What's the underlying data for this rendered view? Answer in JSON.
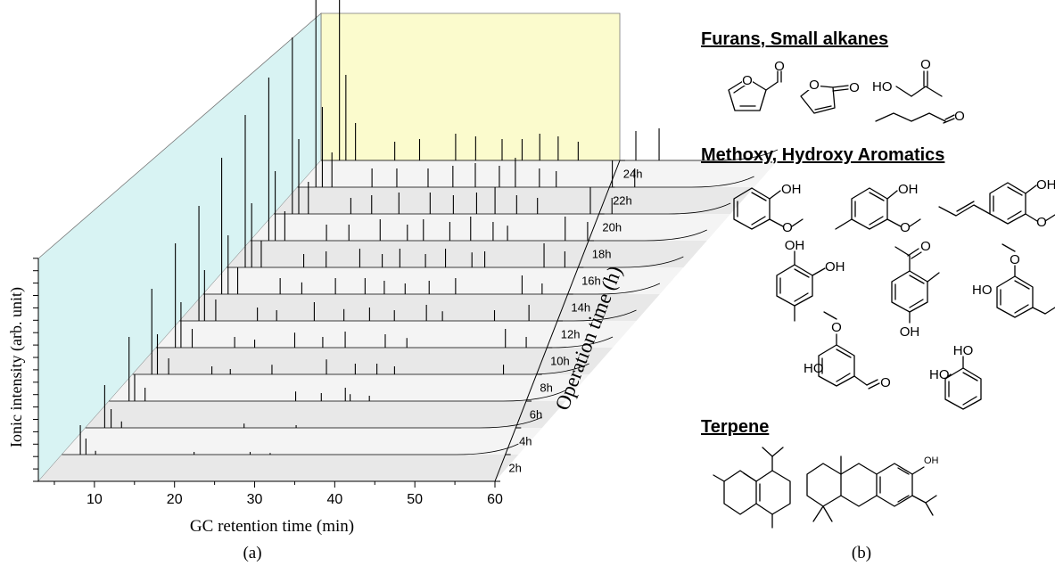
{
  "chart_data": {
    "type": "line",
    "subtype": "3d-waterfall",
    "xlabel": "GC retention time (min)",
    "ylabel": "Ionic intensity (arb. unit)",
    "zlabel": "Operation time (h)",
    "xlim": [
      3,
      60
    ],
    "xticks": [
      10,
      20,
      30,
      40,
      50,
      60
    ],
    "series": [
      {
        "name": "2h",
        "peaks": [
          [
            5.3,
            0.55
          ],
          [
            6.0,
            0.3
          ],
          [
            7.2,
            0.07
          ],
          [
            19.5,
            0.05
          ],
          [
            26.5,
            0.05
          ],
          [
            29,
            0.03
          ]
        ]
      },
      {
        "name": "4h",
        "peaks": [
          [
            5.4,
            0.8
          ],
          [
            6.2,
            0.35
          ],
          [
            7.5,
            0.12
          ],
          [
            22.8,
            0.08
          ],
          [
            29.3,
            0.05
          ]
        ]
      },
      {
        "name": "6h",
        "peaks": [
          [
            5.5,
            1.2
          ],
          [
            6.2,
            0.5
          ],
          [
            7.5,
            0.25
          ],
          [
            26.3,
            0.18
          ],
          [
            29.5,
            0.15
          ],
          [
            32.5,
            0.25
          ],
          [
            33.1,
            0.13
          ],
          [
            35.5,
            0.1
          ]
        ]
      },
      {
        "name": "8h",
        "peaks": [
          [
            5.4,
            1.6
          ],
          [
            6.1,
            0.75
          ],
          [
            7.5,
            0.3
          ],
          [
            12.9,
            0.15
          ],
          [
            15.2,
            0.1
          ],
          [
            20.4,
            0.18
          ],
          [
            27.2,
            0.28
          ],
          [
            30.8,
            0.2
          ],
          [
            33.5,
            0.2
          ],
          [
            35.7,
            0.15
          ],
          [
            49.3,
            0.18
          ]
        ]
      },
      {
        "name": "10h",
        "peaks": [
          [
            5.4,
            1.95
          ],
          [
            6.1,
            0.85
          ],
          [
            7.5,
            0.35
          ],
          [
            12.8,
            0.2
          ],
          [
            15.3,
            0.15
          ],
          [
            20.3,
            0.28
          ],
          [
            23.8,
            0.2
          ],
          [
            26.6,
            0.3
          ],
          [
            31.6,
            0.25
          ],
          [
            34.3,
            0.18
          ],
          [
            46.6,
            0.35
          ],
          [
            49.2,
            0.2
          ]
        ]
      },
      {
        "name": "12h",
        "peaks": [
          [
            5.4,
            2.15
          ],
          [
            6.1,
            0.95
          ],
          [
            7.5,
            0.4
          ],
          [
            12.7,
            0.25
          ],
          [
            15.1,
            0.2
          ],
          [
            19.8,
            0.35
          ],
          [
            23.5,
            0.22
          ],
          [
            26.7,
            0.25
          ],
          [
            29.8,
            0.2
          ],
          [
            33.8,
            0.3
          ],
          [
            35.8,
            0.18
          ],
          [
            42.3,
            0.2
          ],
          [
            46.6,
            0.3
          ]
        ]
      },
      {
        "name": "14h",
        "peaks": [
          [
            5.3,
            2.55
          ],
          [
            6.1,
            1.1
          ],
          [
            7.3,
            0.5
          ],
          [
            12.6,
            0.3
          ],
          [
            15.3,
            0.22
          ],
          [
            19.5,
            0.3
          ],
          [
            23.2,
            0.3
          ],
          [
            25.6,
            0.25
          ],
          [
            28.2,
            0.2
          ],
          [
            31.2,
            0.25
          ],
          [
            34.5,
            0.3
          ],
          [
            42.8,
            0.35
          ],
          [
            45.3,
            0.2
          ]
        ]
      },
      {
        "name": "16h",
        "peaks": [
          [
            5.3,
            2.85
          ],
          [
            6.1,
            1.2
          ],
          [
            7.3,
            0.5
          ],
          [
            12.6,
            0.25
          ],
          [
            15.4,
            0.3
          ],
          [
            19.6,
            0.35
          ],
          [
            22.4,
            0.25
          ],
          [
            24.6,
            0.35
          ],
          [
            27.8,
            0.25
          ],
          [
            30.3,
            0.35
          ],
          [
            33.6,
            0.28
          ],
          [
            35.2,
            0.3
          ],
          [
            42.6,
            0.45
          ],
          [
            45.2,
            0.3
          ]
        ]
      },
      {
        "name": "18h",
        "peaks": [
          [
            5.3,
            3.05
          ],
          [
            6.1,
            1.3
          ],
          [
            7.3,
            0.55
          ],
          [
            12.5,
            0.3
          ],
          [
            15.3,
            0.3
          ],
          [
            19.2,
            0.4
          ],
          [
            22.6,
            0.3
          ],
          [
            24.6,
            0.4
          ],
          [
            27.9,
            0.35
          ],
          [
            30.5,
            0.45
          ],
          [
            33.3,
            0.35
          ],
          [
            35.1,
            0.28
          ],
          [
            42.3,
            0.45
          ],
          [
            45.1,
            0.35
          ]
        ]
      },
      {
        "name": "20h",
        "peaks": [
          [
            5.3,
            3.3
          ],
          [
            6.1,
            1.4
          ],
          [
            7.3,
            0.6
          ],
          [
            12.6,
            0.3
          ],
          [
            15.2,
            0.35
          ],
          [
            18.6,
            0.4
          ],
          [
            22.5,
            0.4
          ],
          [
            25.4,
            0.35
          ],
          [
            28.3,
            0.4
          ],
          [
            30.6,
            0.5
          ],
          [
            33.3,
            0.35
          ],
          [
            35.9,
            0.3
          ],
          [
            42.5,
            0.5
          ],
          [
            45.2,
            0.3
          ]
        ]
      },
      {
        "name": "22h",
        "peaks": [
          [
            5.3,
            3.55
          ],
          [
            6.1,
            1.5
          ],
          [
            7.3,
            0.65
          ],
          [
            12.3,
            0.35
          ],
          [
            15.4,
            0.35
          ],
          [
            19.3,
            0.35
          ],
          [
            22.4,
            0.4
          ],
          [
            25.2,
            0.45
          ],
          [
            28.2,
            0.4
          ],
          [
            30.2,
            0.55
          ],
          [
            33.2,
            0.35
          ],
          [
            35.3,
            0.3
          ],
          [
            42.3,
            0.5
          ],
          [
            45.1,
            0.35
          ]
        ]
      },
      {
        "name": "24h",
        "peaks": [
          [
            5.3,
            3.8
          ],
          [
            6.1,
            1.6
          ],
          [
            7.3,
            0.7
          ],
          [
            12.2,
            0.35
          ],
          [
            15.3,
            0.4
          ],
          [
            19.8,
            0.5
          ],
          [
            22.3,
            0.45
          ],
          [
            25.6,
            0.4
          ],
          [
            28.1,
            0.4
          ],
          [
            30.3,
            0.5
          ],
          [
            32.6,
            0.45
          ],
          [
            35.1,
            0.35
          ],
          [
            42.3,
            0.55
          ],
          [
            45.2,
            0.6
          ]
        ]
      }
    ]
  },
  "panel_labels": {
    "a": "(a)",
    "b": "(b)"
  },
  "sections": {
    "furans": "Furans, Small alkanes",
    "aromatics": "Methoxy, Hydroxy Aromatics",
    "terpene": "Terpene"
  },
  "atoms": {
    "o": "O",
    "ho": "HO",
    "oh": "OH"
  }
}
